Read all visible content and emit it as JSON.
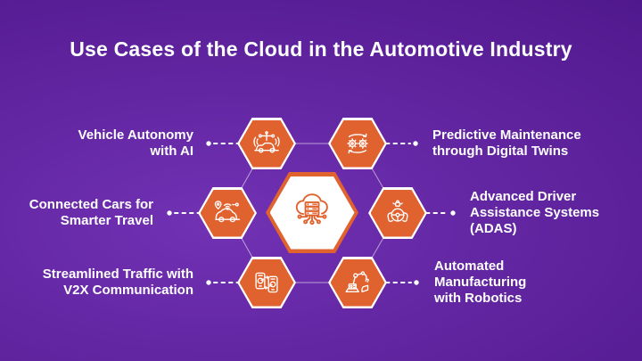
{
  "title": "Use Cases of the Cloud in the Automotive Industry",
  "colors": {
    "accent_orange": "#E0622F",
    "hexagon_border_white": "#FFFFFF",
    "background_purple_light": "#7132B4",
    "background_purple_dark": "#3E0F74",
    "connector_white": "#FFFFFF",
    "text_white": "#FFFFFF"
  },
  "center_hexagon": {
    "icon": "cloud-server-icon"
  },
  "use_cases": [
    {
      "label": "Vehicle Autonomy\nwith AI",
      "icon": "autonomous-car-icon",
      "side": "left"
    },
    {
      "label": "Predictive Maintenance\nthrough Digital Twins",
      "icon": "gears-sync-icon",
      "side": "right"
    },
    {
      "label": "Connected Cars for\nSmarter Travel",
      "icon": "connected-car-icon",
      "side": "left"
    },
    {
      "label": "Advanced Driver\nAssistance Systems\n(ADAS)",
      "icon": "steering-wheel-hands-icon",
      "side": "right"
    },
    {
      "label": "Streamlined Traffic with\nV2X Communication",
      "icon": "phones-v2x-icon",
      "side": "left"
    },
    {
      "label": "Automated\nManufacturing\nwith Robotics",
      "icon": "robot-arm-icon",
      "side": "right"
    }
  ]
}
